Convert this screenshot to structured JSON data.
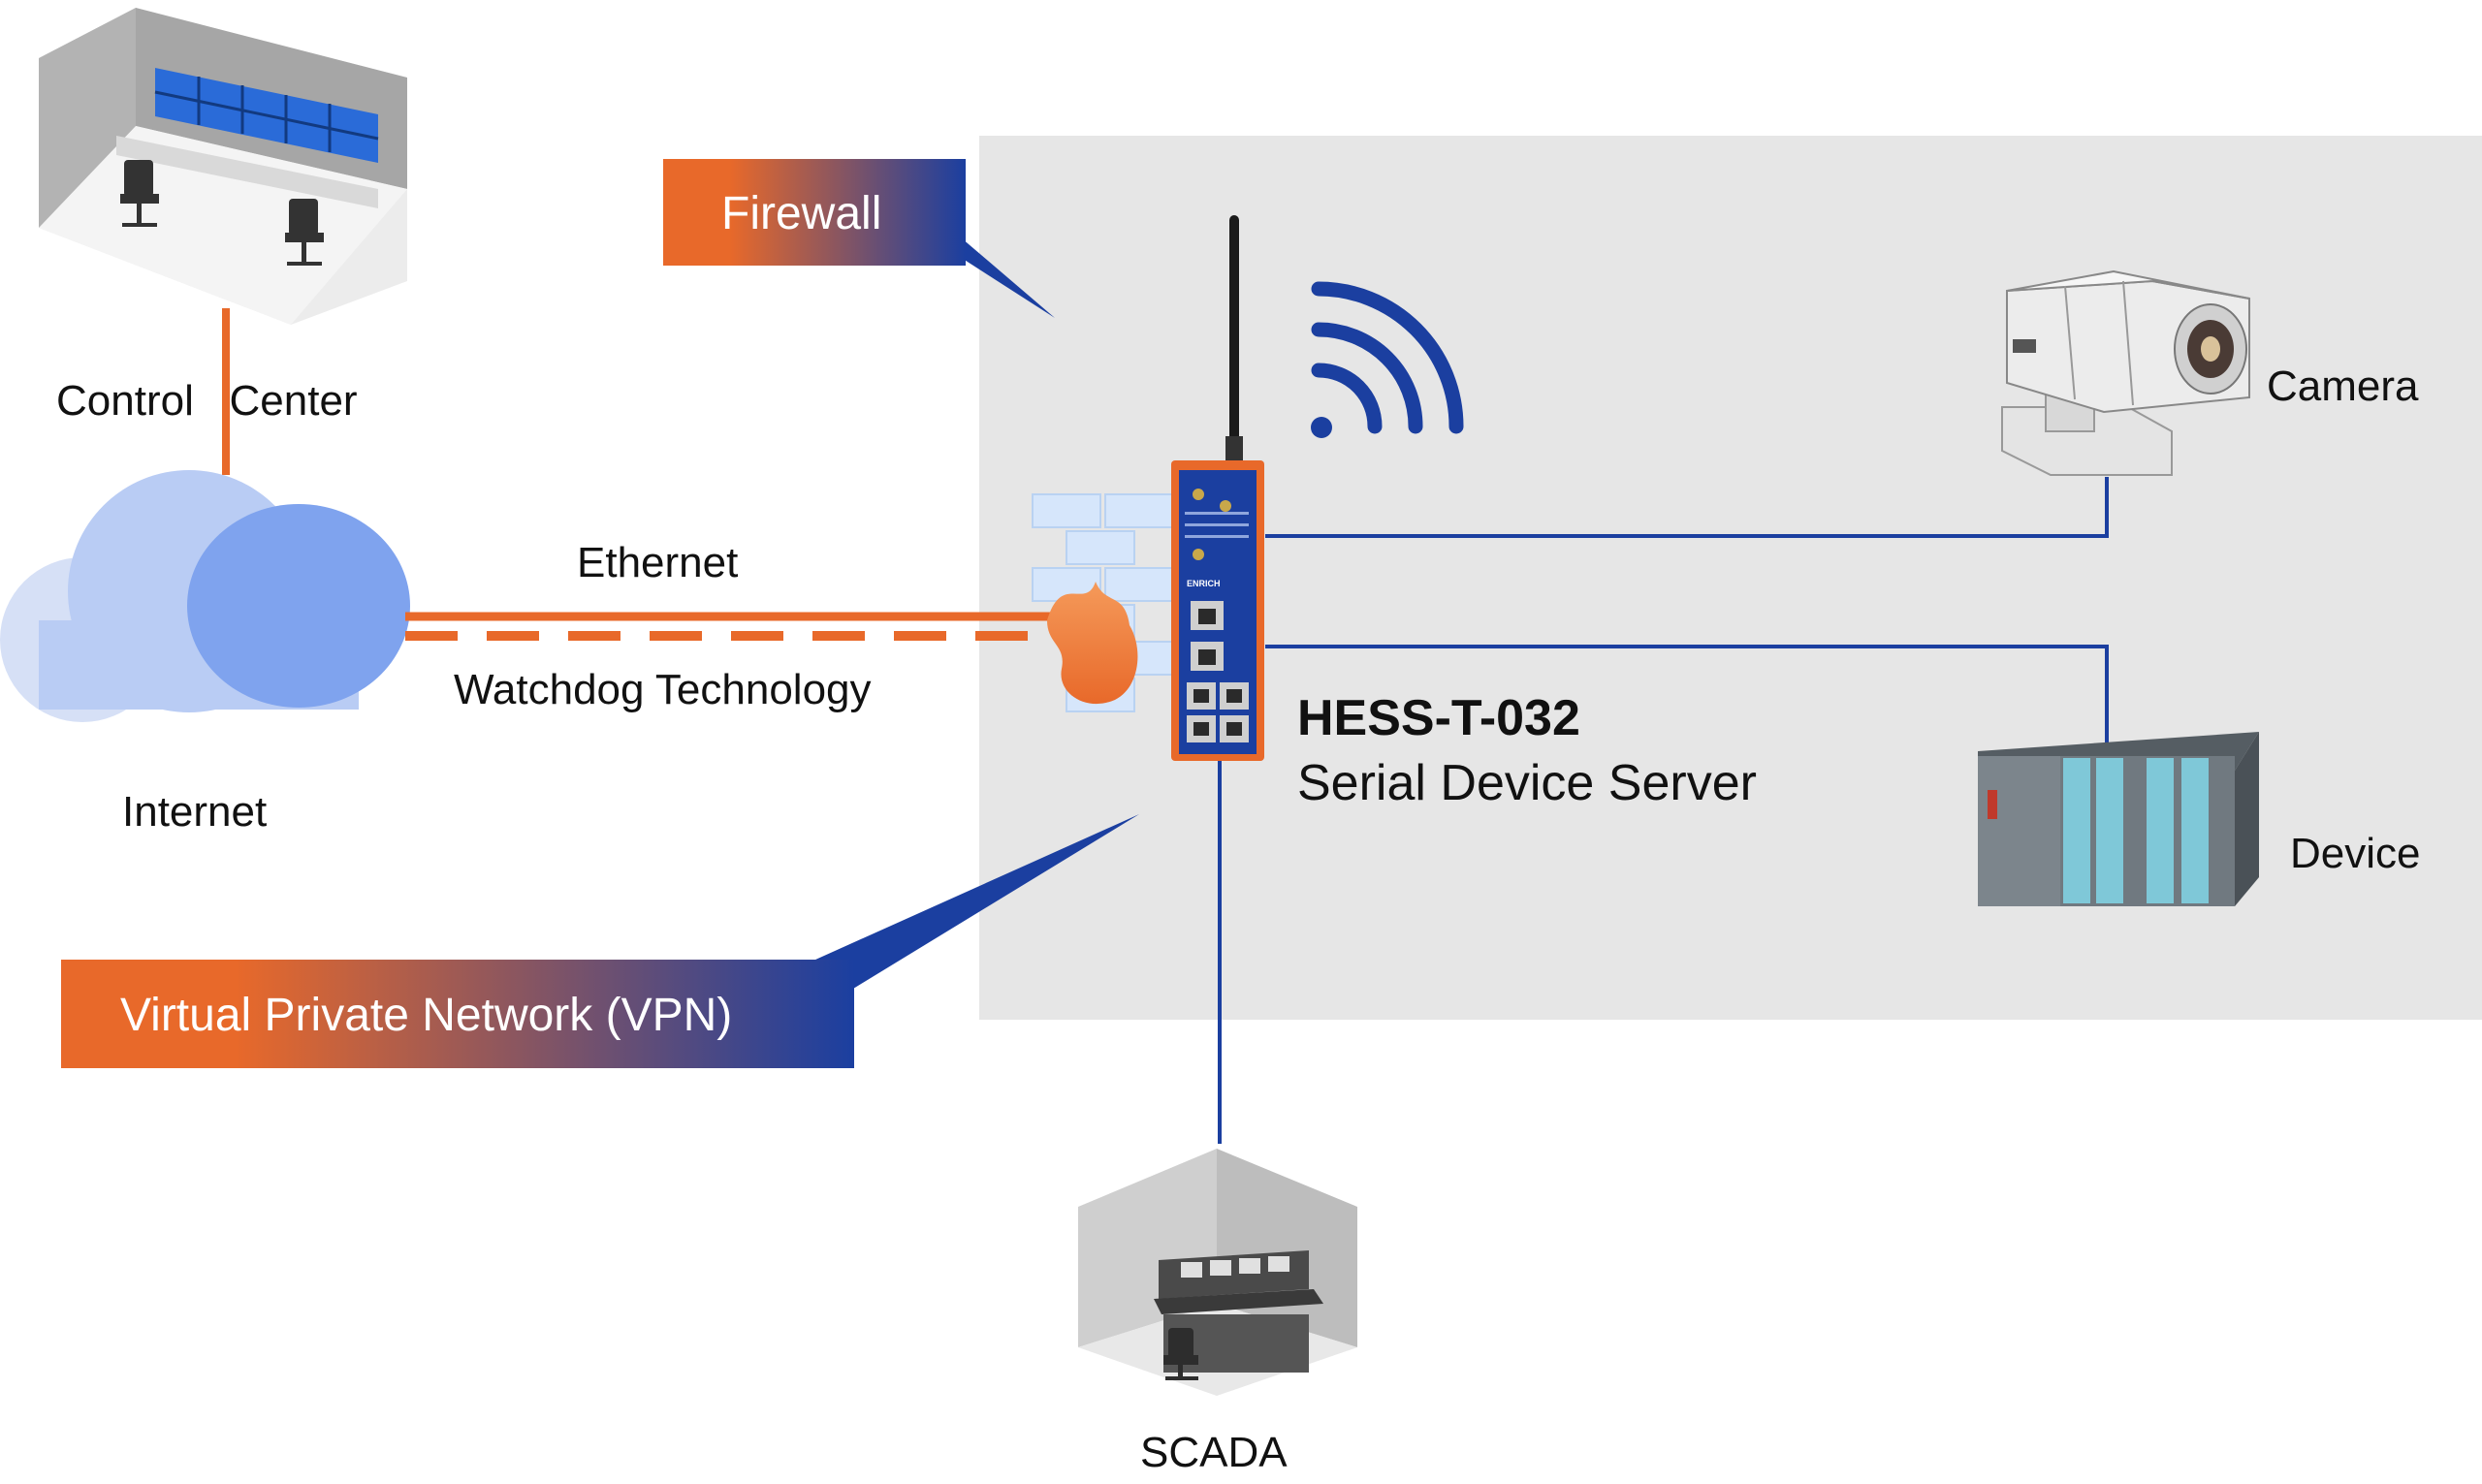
{
  "labels": {
    "control_center": "Control   Center",
    "internet": "Internet",
    "ethernet": "Ethernet",
    "watchdog": "Watchdog Technology",
    "firewall": "Firewall",
    "vpn": "Virtual Private Network (VPN)",
    "device_model": "HESS-T-032",
    "device_type": "Serial Device Server",
    "camera": "Camera",
    "device": "Device",
    "scada": "SCADA",
    "brand": "ENRICH"
  },
  "colors": {
    "orange": "#e8692a",
    "blue": "#1b3fa0",
    "gray_panel": "#e6e6e6",
    "cloud_light": "#c6d5f5",
    "cloud_dark": "#7fa3ee"
  },
  "icons": {
    "control_center": "control-room-icon",
    "internet": "cloud-icon",
    "firewall": "brick-wall-fire-icon",
    "wireless": "wifi-signal-icon",
    "camera": "security-camera-icon",
    "device": "plc-rack-icon",
    "scada": "scada-workstation-icon"
  }
}
